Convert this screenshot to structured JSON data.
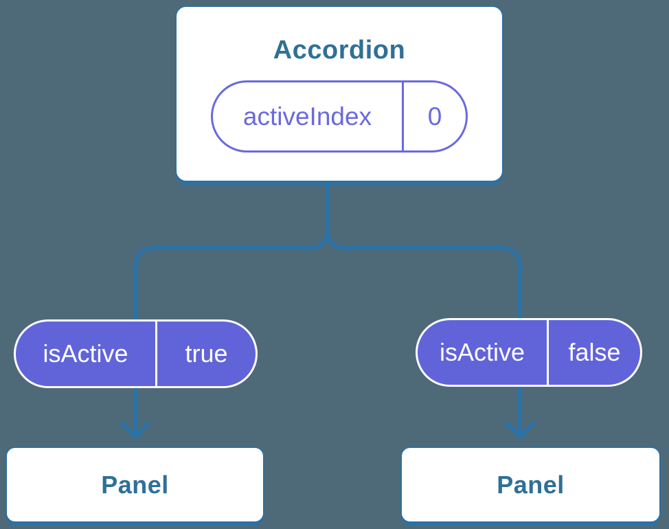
{
  "colors": {
    "background": "#4E6A78",
    "connector_blue": "#2B72A8",
    "box_border_blue": "#2E6F9E",
    "node_text_blue": "#2F7096",
    "purple_fill": "#6164D8",
    "purple_outline": "#6A69DE",
    "box_fill": "#FFFFFF",
    "pill_text_on_fill": "#FFFFFF"
  },
  "diagram": {
    "type": "component-tree",
    "root": {
      "title": "Accordion",
      "state": {
        "name": "activeIndex",
        "value": "0"
      }
    },
    "branches": [
      {
        "prop": {
          "name": "isActive",
          "value": "true"
        },
        "child": {
          "title": "Panel"
        }
      },
      {
        "prop": {
          "name": "isActive",
          "value": "false"
        },
        "child": {
          "title": "Panel"
        }
      }
    ]
  }
}
